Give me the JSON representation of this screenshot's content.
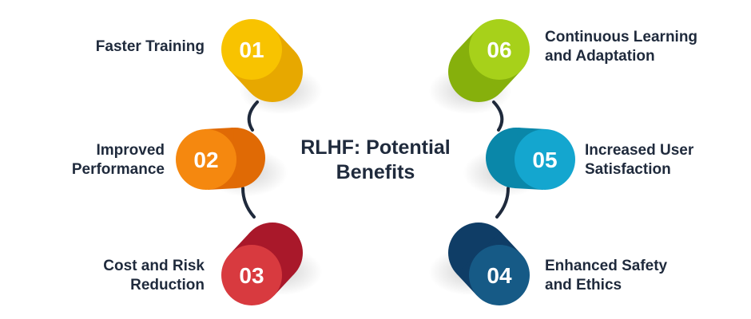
{
  "title": {
    "line1": "RLHF: Potential",
    "line2": "Benefits"
  },
  "items": [
    {
      "number": "01",
      "lines": [
        "Faster Training"
      ],
      "color": "#f8c300",
      "shade": "#e7a800"
    },
    {
      "number": "02",
      "lines": [
        "Improved",
        "Performance"
      ],
      "color": "#f5880f",
      "shade": "#e06a05"
    },
    {
      "number": "03",
      "lines": [
        "Cost and Risk",
        "Reduction"
      ],
      "color": "#d83a3f",
      "shade": "#a9182a"
    },
    {
      "number": "04",
      "lines": [
        "Enhanced Safety",
        "and Ethics"
      ],
      "color": "#165a86",
      "shade": "#0f3d66"
    },
    {
      "number": "05",
      "lines": [
        "Increased User",
        "Satisfaction"
      ],
      "color": "#14a6cf",
      "shade": "#0a87a9"
    },
    {
      "number": "06",
      "lines": [
        "Continuous Learning",
        "and Adaptation"
      ],
      "color": "#a7d11a",
      "shade": "#86b00c"
    }
  ],
  "colors": {
    "text": "#1f2a3c",
    "connector": "#1f2a3c"
  }
}
